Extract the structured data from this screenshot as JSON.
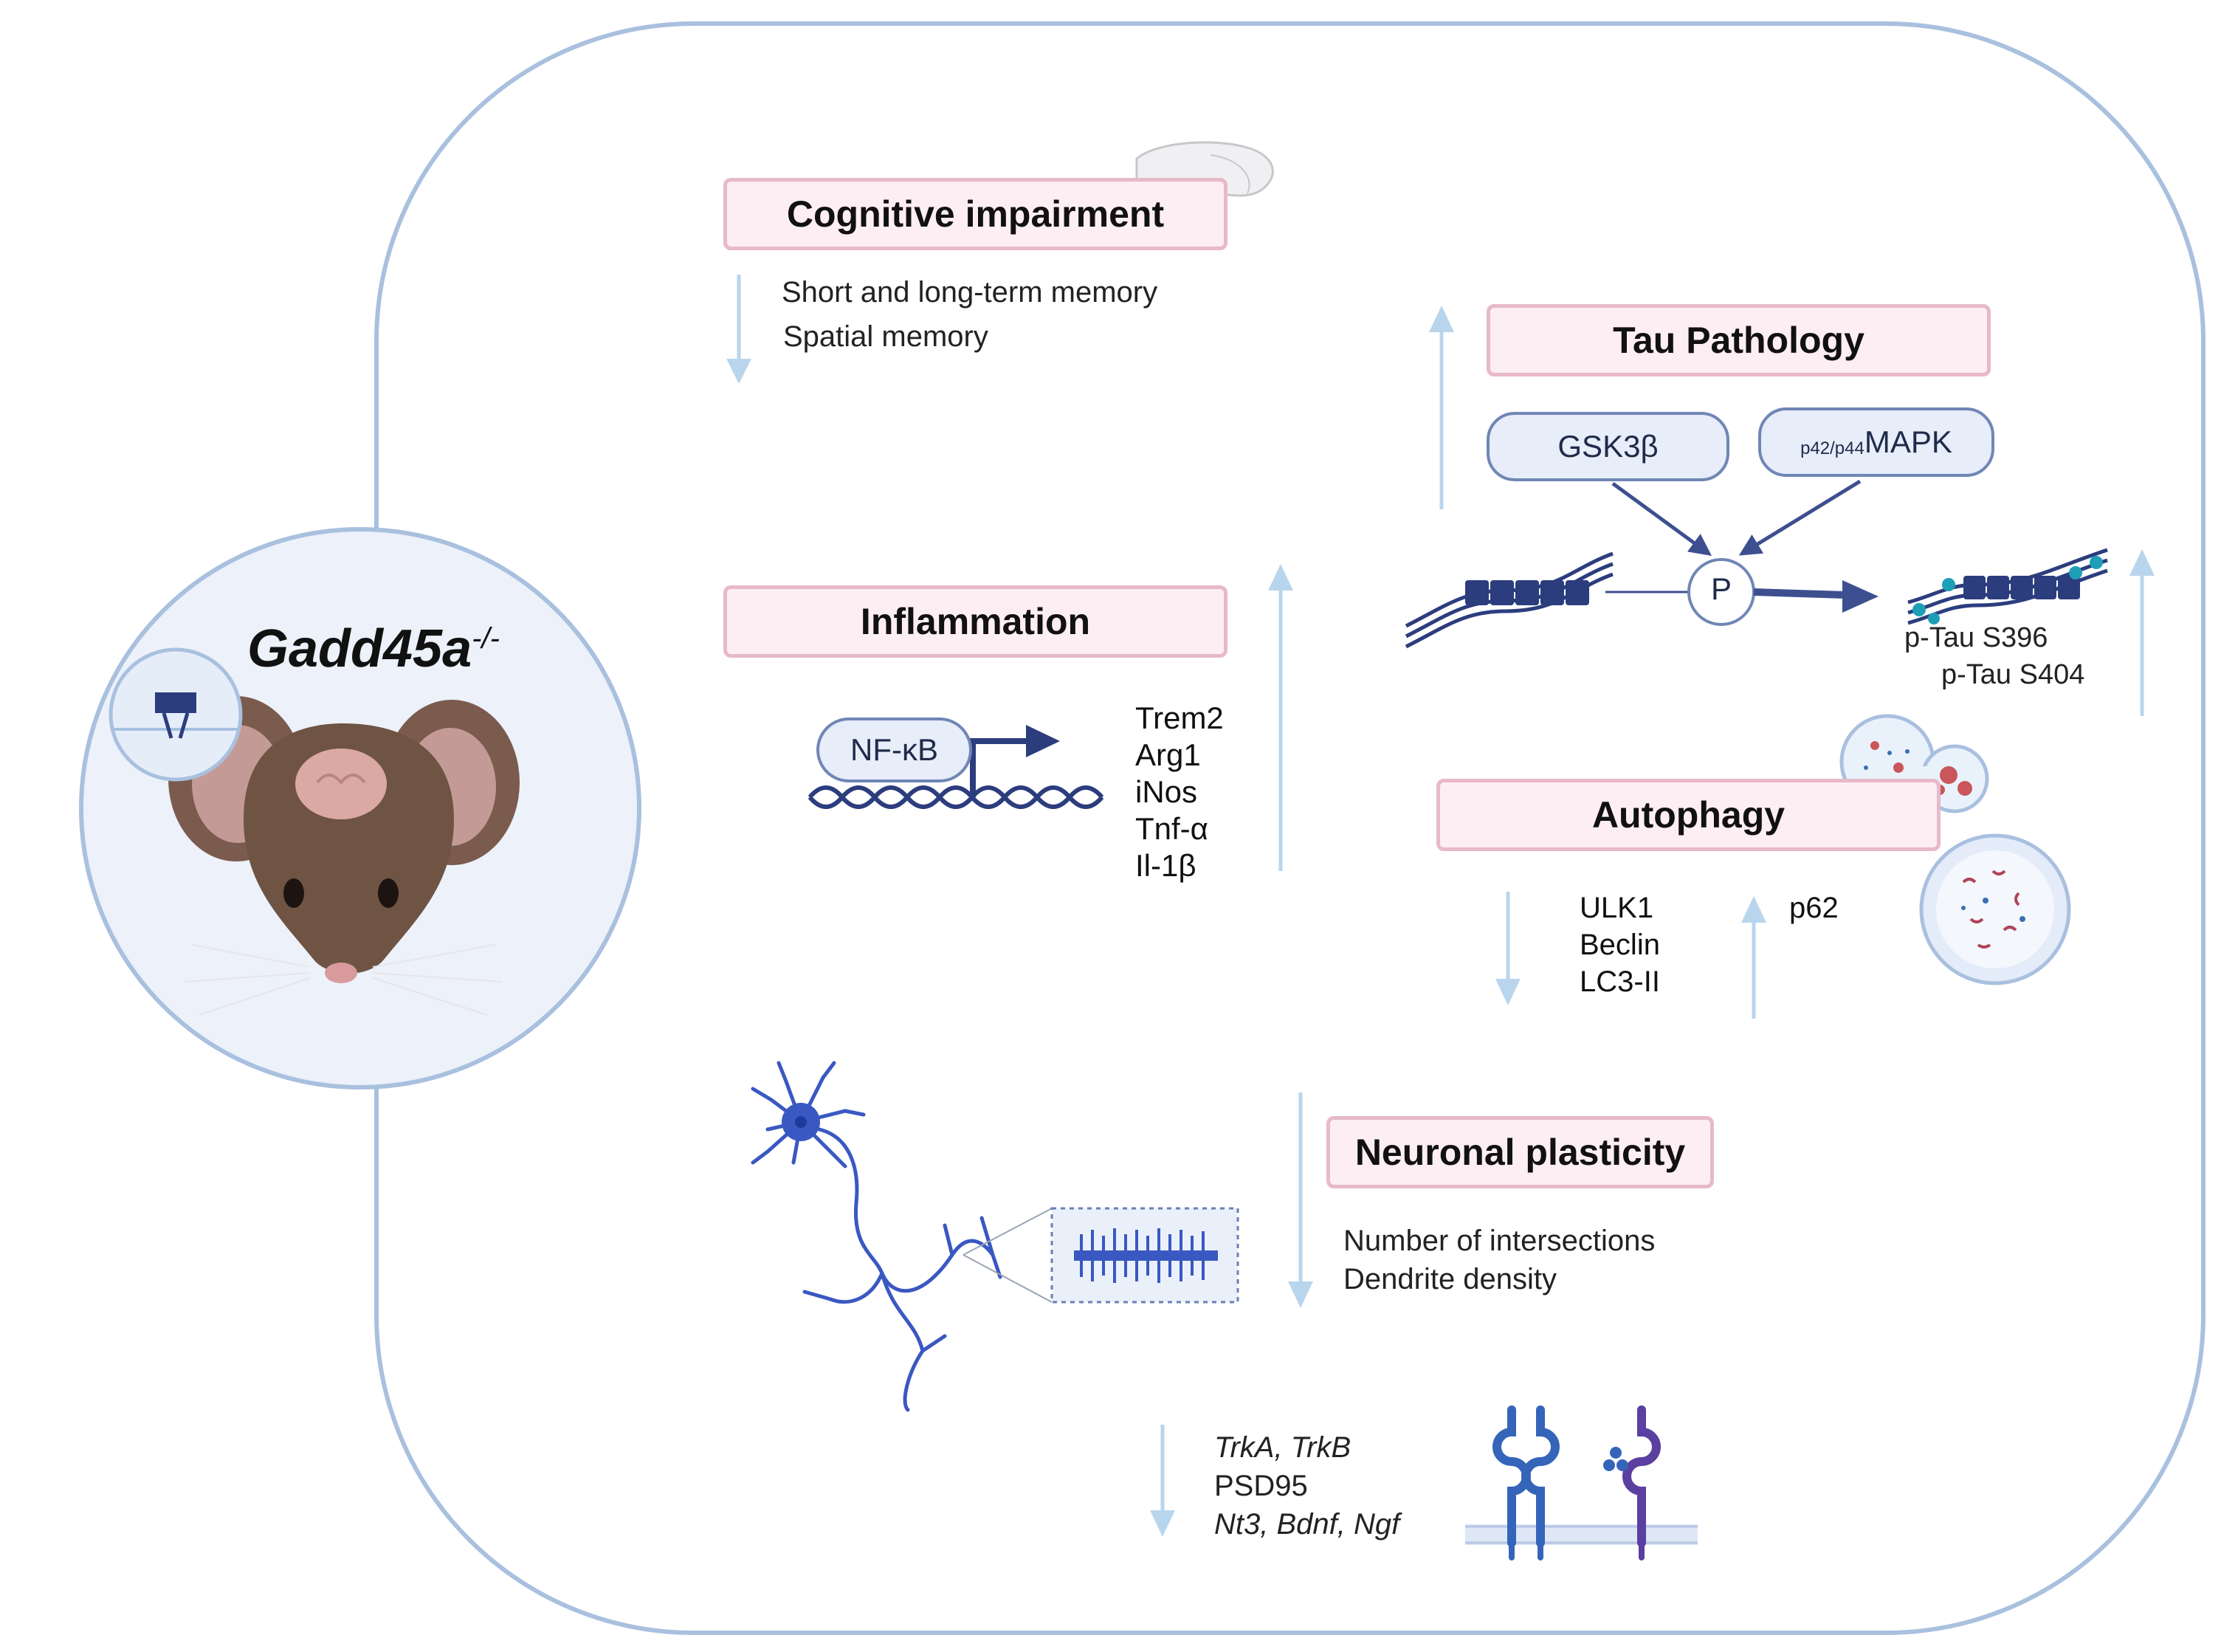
{
  "mouse": {
    "genotype": "Gadd45a",
    "superscript": "-/-"
  },
  "cognitive": {
    "title": "Cognitive impairment",
    "items": [
      "Short and long-term memory",
      "Spatial memory"
    ],
    "direction": "down"
  },
  "inflammation": {
    "title": "Inflammation",
    "factor": "NF-κB",
    "genes": [
      "Trem2",
      "Arg1",
      "iNos",
      "Tnf-α",
      "Il-1β"
    ],
    "direction": "up"
  },
  "tau": {
    "title": "Tau Pathology",
    "kinase1": "GSK3β",
    "kinase2_sub": "p42/p44",
    "kinase2": "MAPK",
    "phospho": "P",
    "sites": [
      "p-Tau S396",
      "p-Tau S404"
    ],
    "direction": "up"
  },
  "autophagy": {
    "title": "Autophagy",
    "down_items": [
      "ULK1",
      "Beclin",
      "LC3-II"
    ],
    "up_items": [
      "p62"
    ]
  },
  "plasticity": {
    "title": "Neuronal plasticity",
    "items": [
      "Number of intersections",
      "Dendrite density"
    ],
    "direction": "down"
  },
  "receptors": {
    "line1": "TrkA, TrkB",
    "line2": "PSD95",
    "line3": "Nt3, Bdnf, Ngf",
    "direction": "down"
  },
  "colors": {
    "frame": "#a9c0df",
    "arrow": "#b9d5ee",
    "box_fill": "#fdeef4",
    "box_border": "#e7b9c9",
    "navy": "#2c3d7e",
    "teal": "#1e9fb7",
    "neuron": "#3a58c2"
  }
}
